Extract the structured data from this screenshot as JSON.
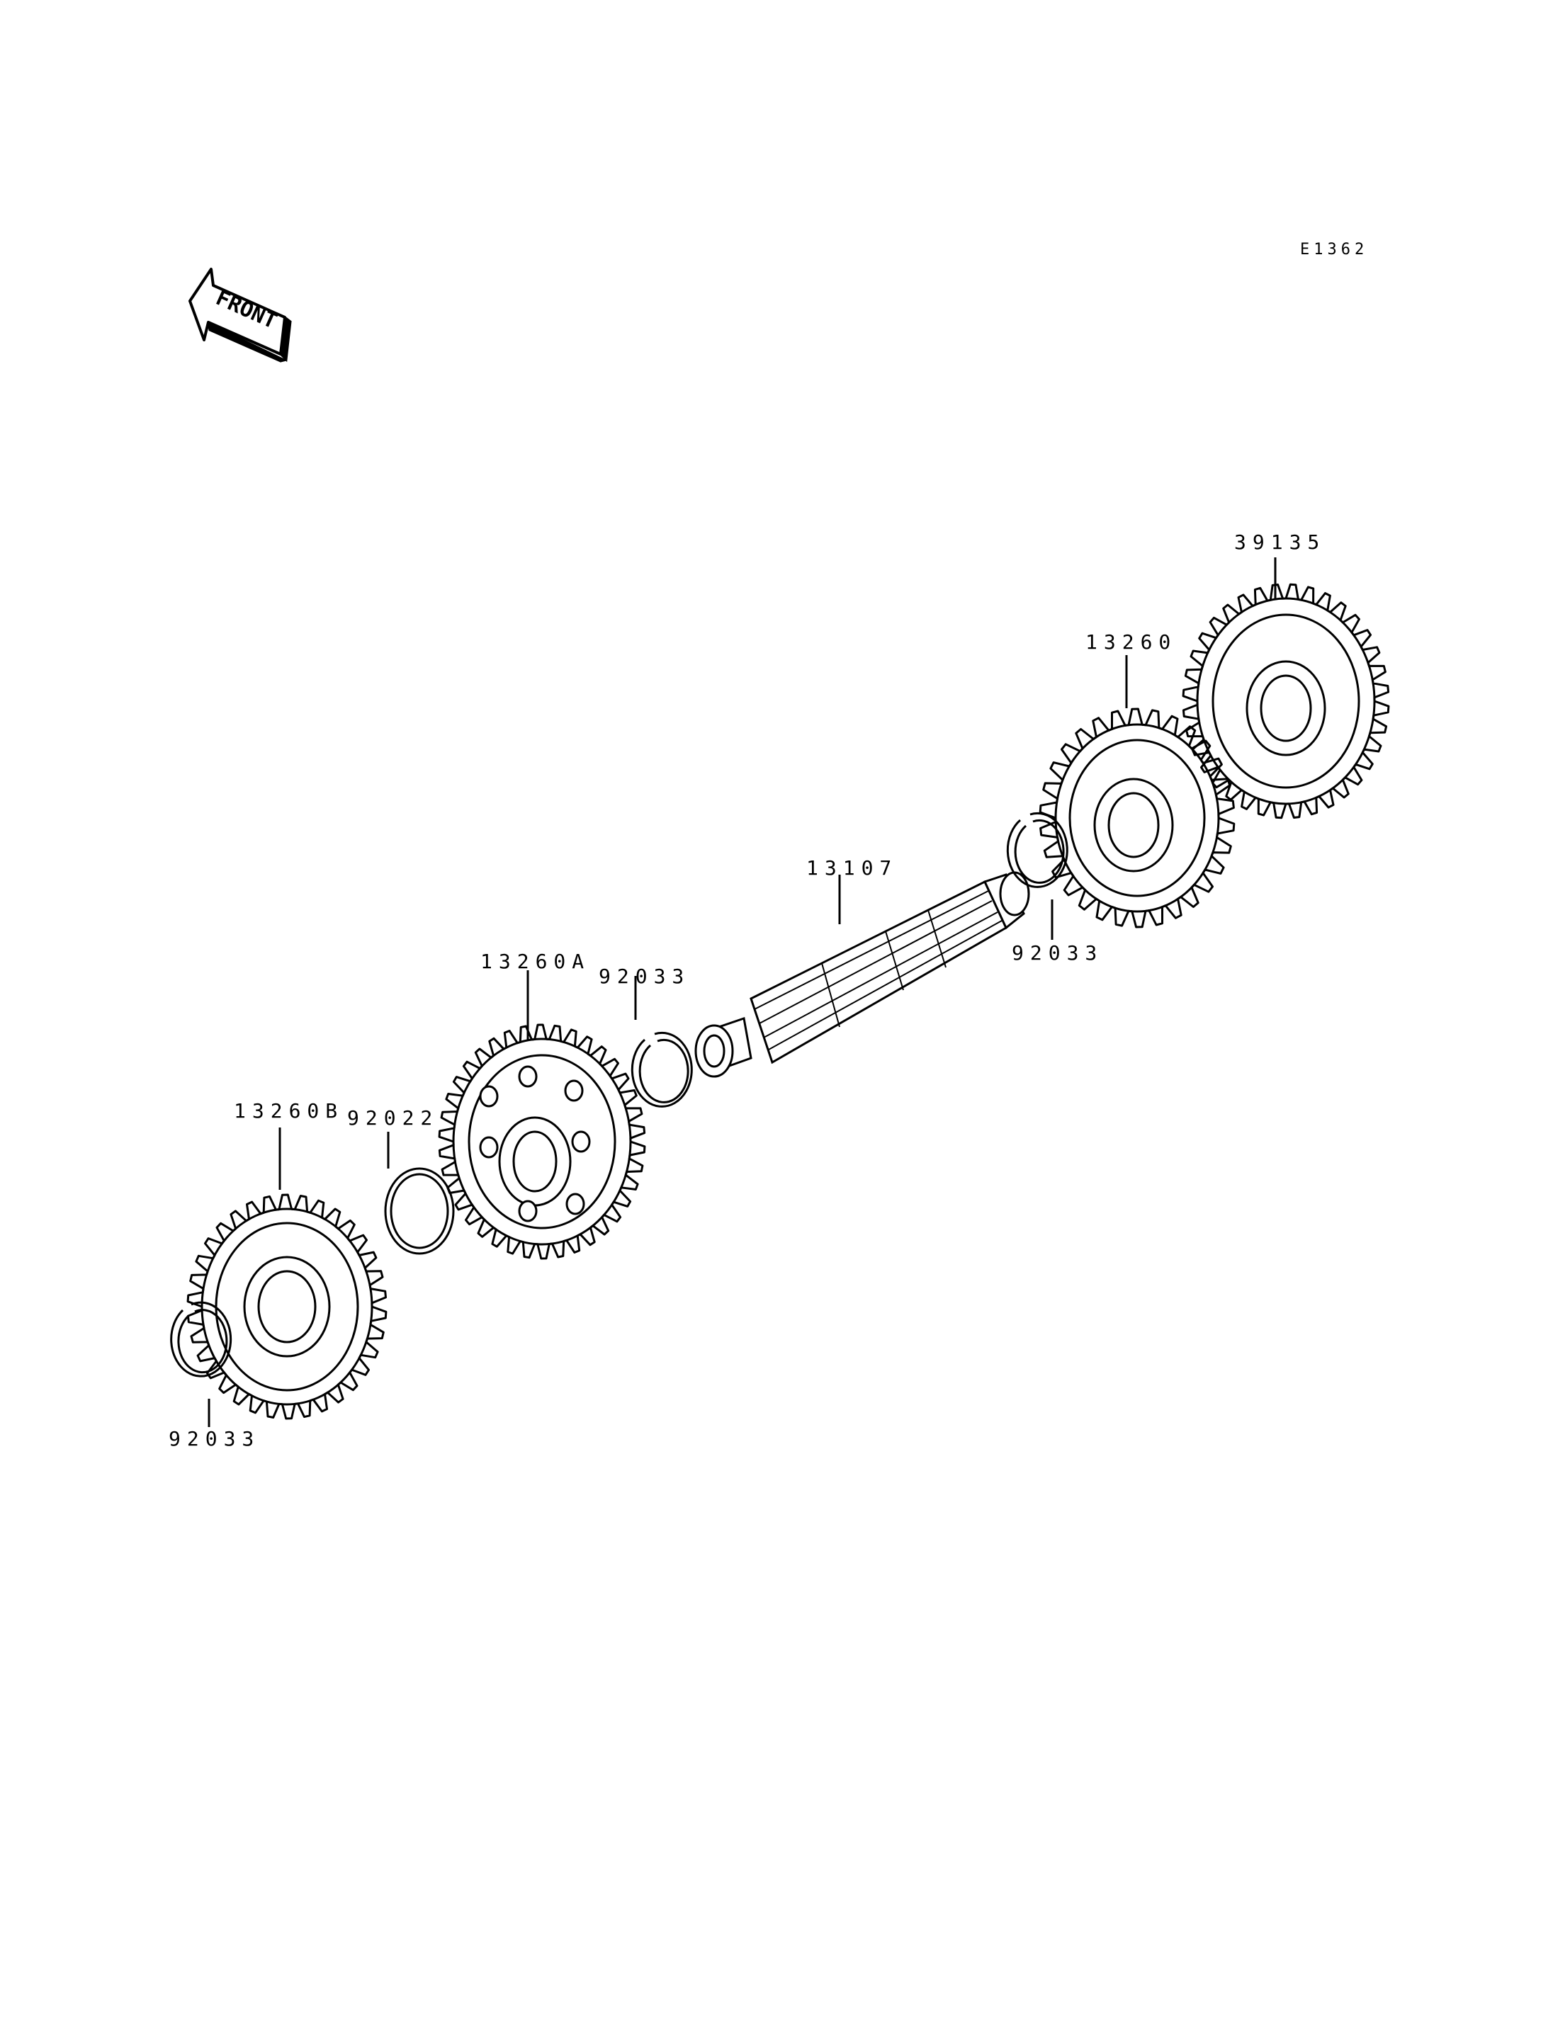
{
  "diagram": {
    "code": "E1362",
    "front_marker": "FRONT",
    "parts": [
      {
        "id": "circlip-left",
        "part_no": "92033"
      },
      {
        "id": "gear-b",
        "part_no": "13260B"
      },
      {
        "id": "washer",
        "part_no": "92022"
      },
      {
        "id": "gear-a",
        "part_no": "13260A"
      },
      {
        "id": "circlip-mid",
        "part_no": "92033"
      },
      {
        "id": "shaft",
        "part_no": "13107"
      },
      {
        "id": "circlip-right",
        "part_no": "92033"
      },
      {
        "id": "gear",
        "part_no": "13260"
      },
      {
        "id": "gear-right",
        "part_no": "39135"
      }
    ]
  }
}
